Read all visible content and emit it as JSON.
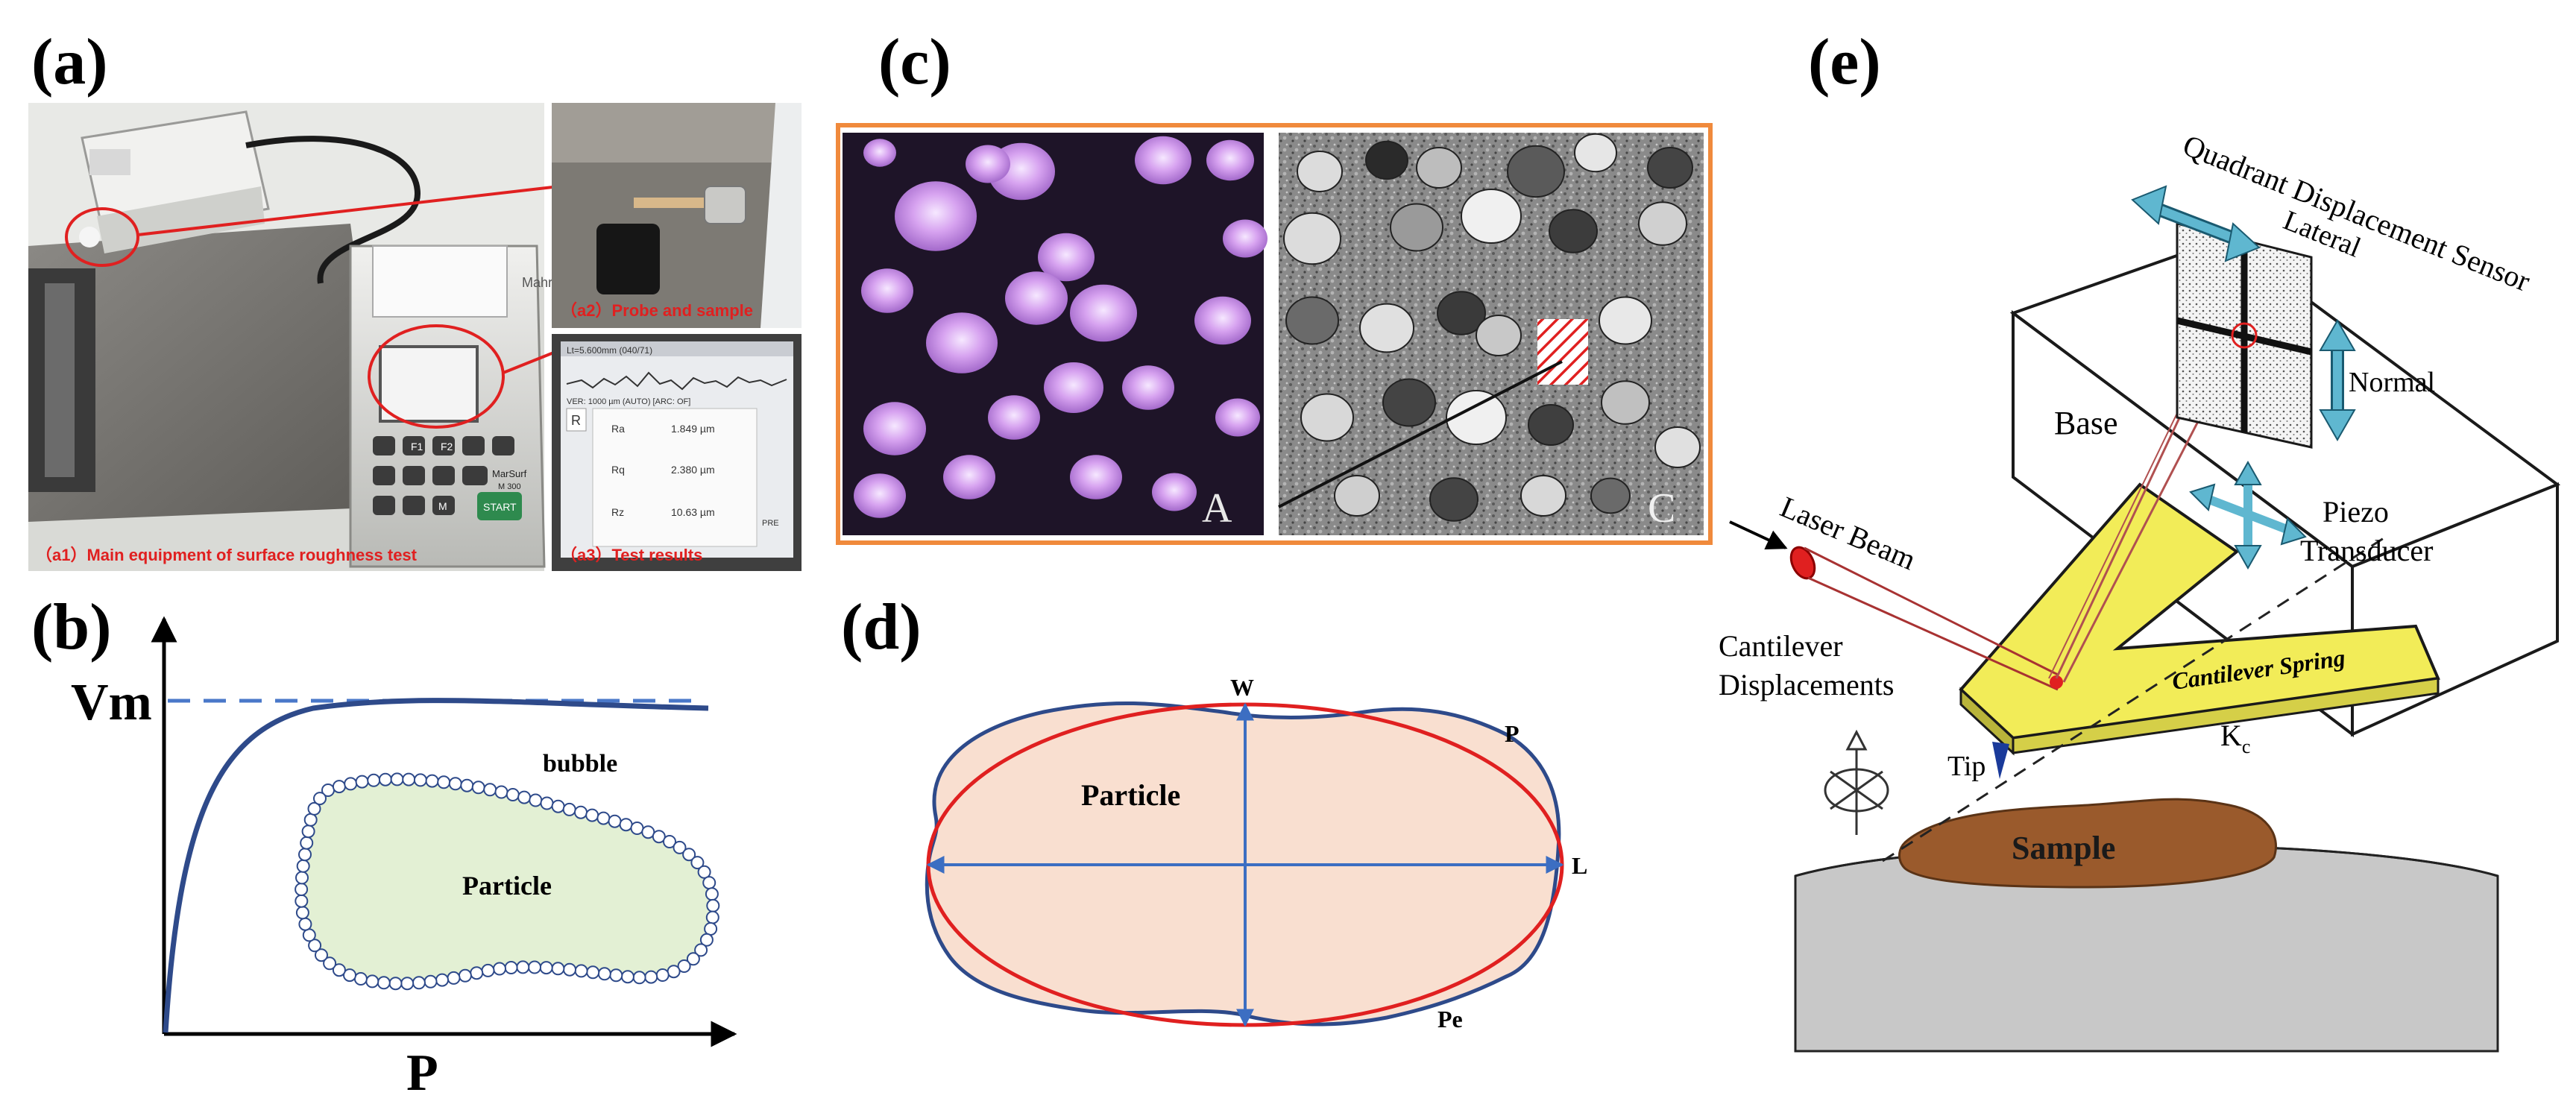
{
  "panels": {
    "a": {
      "label": "(a)",
      "display_text": "1.849 µm",
      "screen_header": "Lt=5.600mm (040/71)",
      "screen_vertical": "VER: 1000 µm (AUTO) [ARC: OF]",
      "screen_button_label": "R",
      "screen_rows": [
        {
          "name": "Ra",
          "value": "1.849 µm"
        },
        {
          "name": "Rq",
          "value": "2.380 µm"
        },
        {
          "name": "Rz",
          "value": "10.63 µm"
        }
      ],
      "screen_pre_button": "PRE",
      "printer_brand": "Mahr",
      "keypad_brand": "MarSurf",
      "keypad_model": "M 300",
      "key_labels": [
        "F1",
        "F2",
        "M",
        "START"
      ],
      "caption_a1": "（a1）Main equipment of surface roughness test",
      "caption_a2": "（a2）Probe and sample",
      "caption_a3": "（a3）Test results"
    },
    "b": {
      "label": "(b)",
      "y_label": "Vm",
      "x_label": "P",
      "bubble_label": "bubble",
      "particle_label": "Particle"
    },
    "c": {
      "label": "(c)",
      "left_tag": "A",
      "right_tag": "C"
    },
    "d": {
      "label": "(d)",
      "particle_label": "Particle",
      "w_label": "W",
      "p_label": "P",
      "l_label": "L",
      "pe_label": "Pe"
    },
    "e": {
      "label": "(e)",
      "sensor_label": "Quadrant Displacement Sensor",
      "lateral_label": "Lateral",
      "normal_label": "Normal",
      "base_label": "Base",
      "laser_label": "Laser Beam",
      "piezo_label_1": "Piezo",
      "piezo_label_2": "Transducer",
      "cantilever_disp_1": "Cantilever",
      "cantilever_disp_2": "Displacements",
      "spring_label": "Cantilever Spring",
      "kc_label": "K",
      "kc_sub": "c",
      "tip_label": "Tip",
      "sample_label": "Sample"
    }
  },
  "colors": {
    "curve_blue": "#2e4a8a",
    "dash_blue": "#4a78c9",
    "particle_fill_b": "#e3f0d4",
    "particle_fill_d": "#f9dfd0",
    "ellipse_red": "#e02020",
    "axis_blue": "#3c6ec2",
    "cantilever_yellow": "#f2ec58",
    "sample_brown": "#9a5a2c",
    "pedestal_gray": "#c8c8c8",
    "arrow_cyan": "#5fb7d0",
    "frame_orange": "#f08a3c",
    "caption_red": "#e02020"
  }
}
